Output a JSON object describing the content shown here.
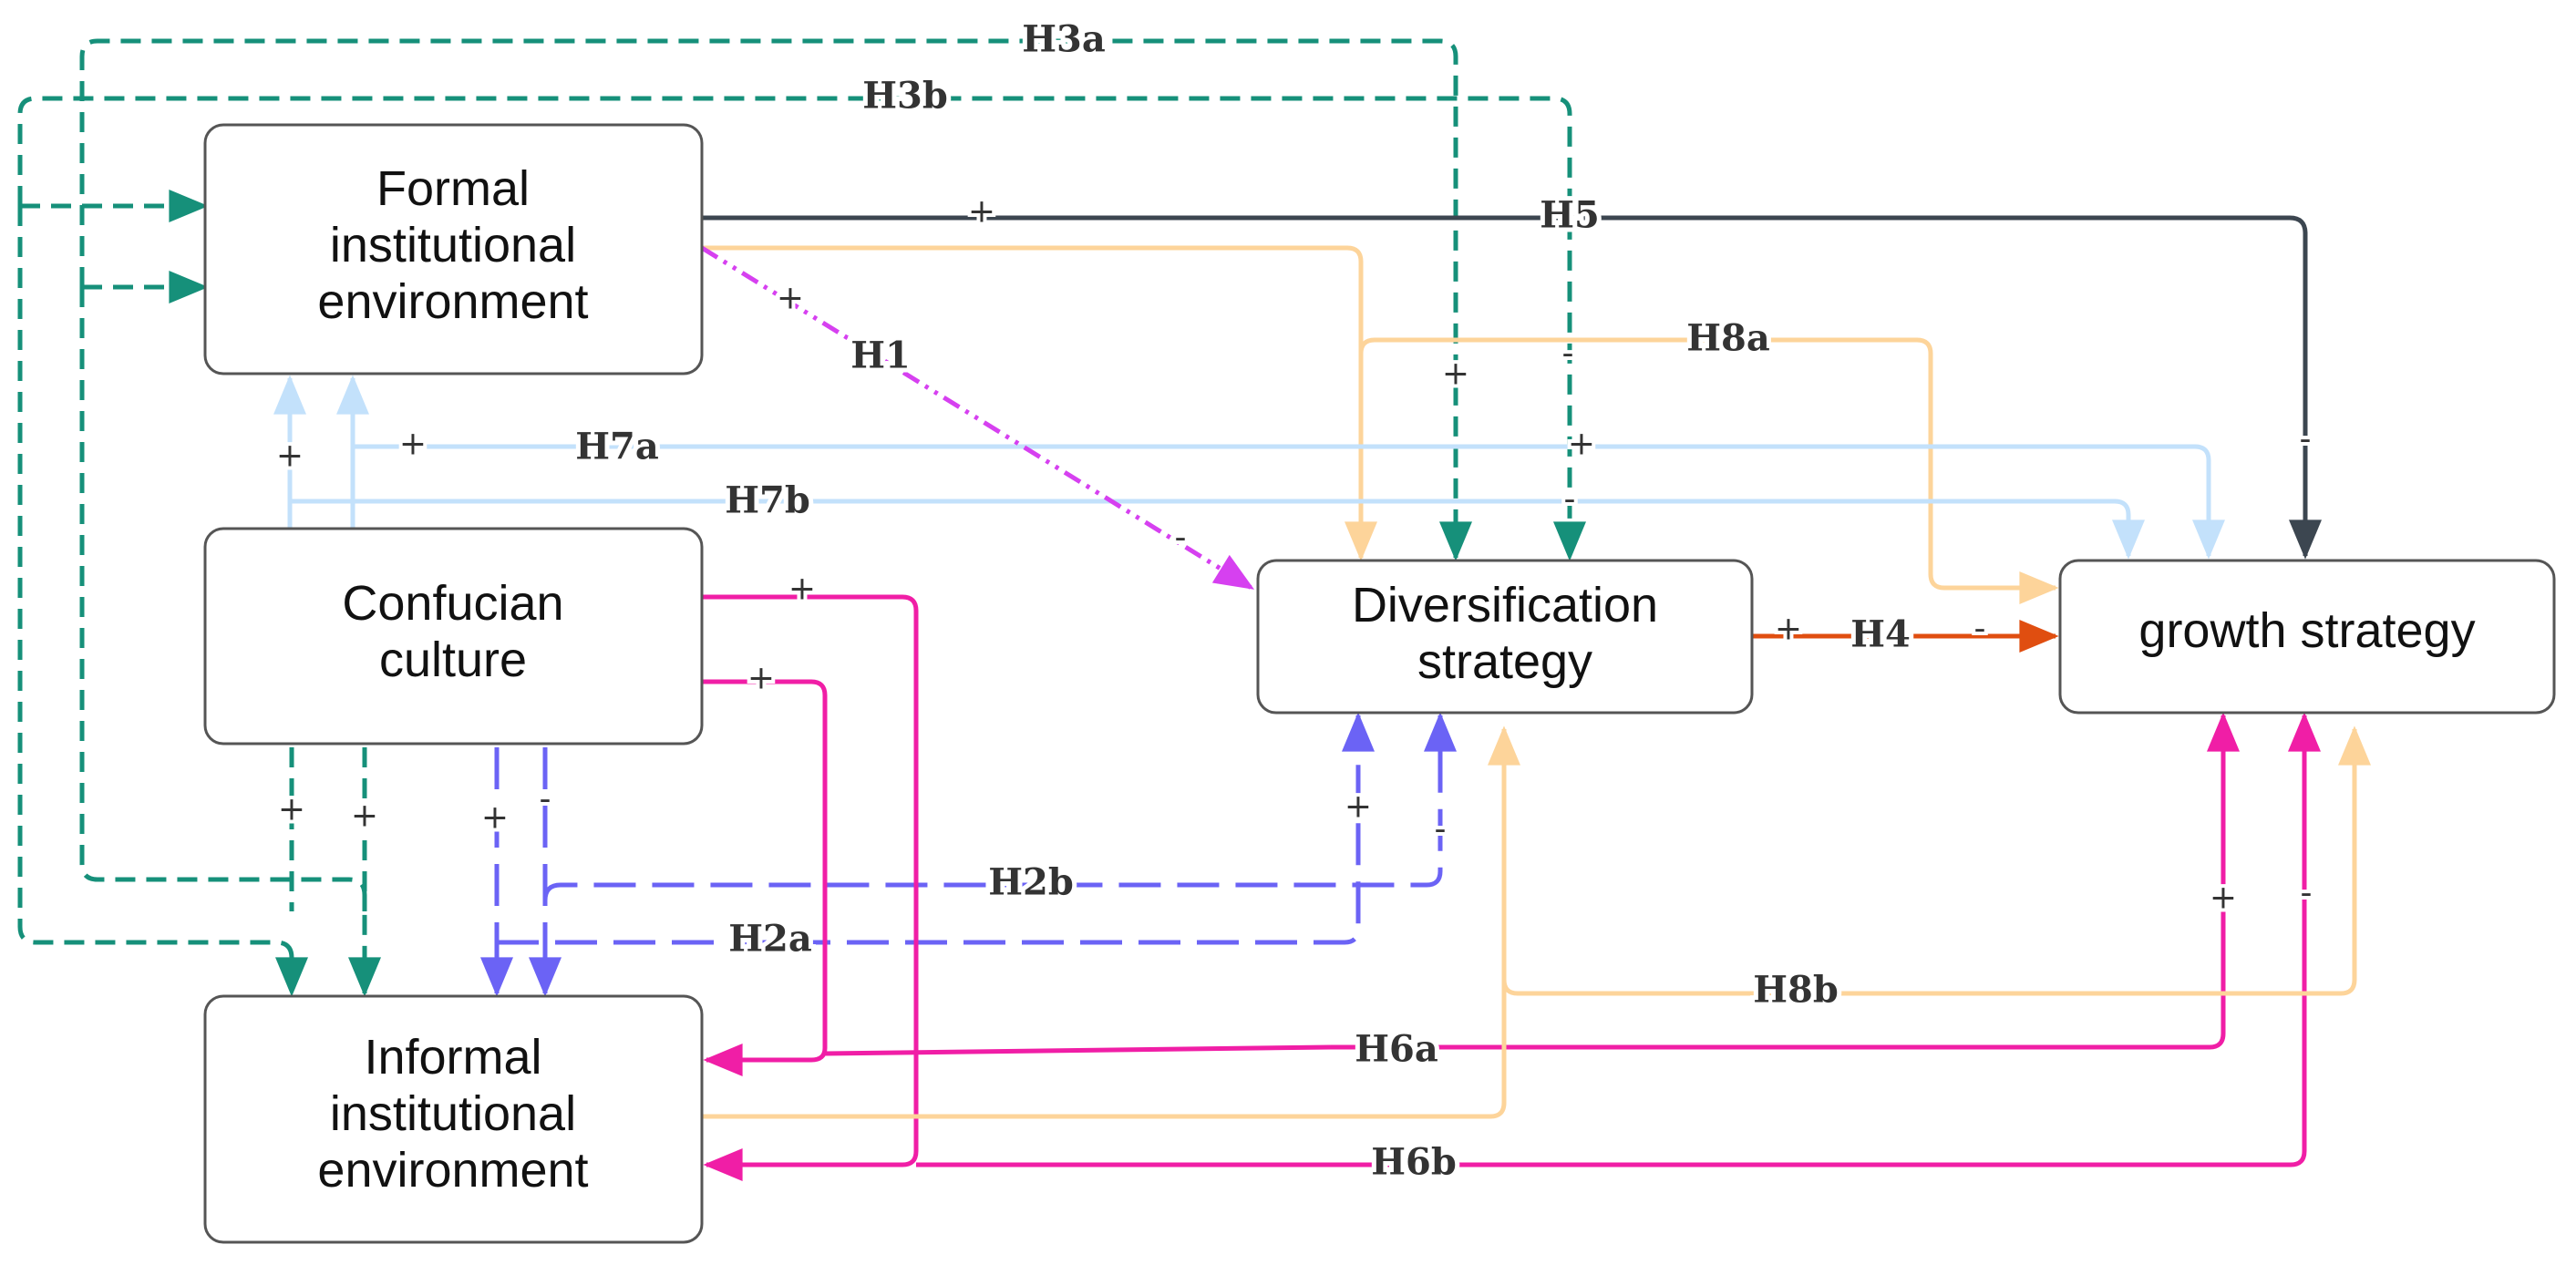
{
  "nodes": {
    "formal": {
      "lines": [
        "Formal",
        "institutional",
        "environment"
      ]
    },
    "confucian": {
      "lines": [
        "Confucian",
        "culture"
      ]
    },
    "informal": {
      "lines": [
        "Informal",
        "institutional",
        "environment"
      ]
    },
    "diversification": {
      "lines": [
        "Diversification",
        "strategy"
      ]
    },
    "growth": {
      "lines": [
        "growth strategy"
      ]
    }
  },
  "hypotheses": {
    "H1": "H1",
    "H2a": "H2a",
    "H2b": "H2b",
    "H3a": "H3a",
    "H3b": "H3b",
    "H4": "H4",
    "H5": "H5",
    "H6a": "H6a",
    "H6b": "H6b",
    "H7a": "H7a",
    "H7b": "H7b",
    "H8a": "H8a",
    "H8b": "H8b"
  },
  "signs": {
    "plus": "+",
    "minus": "-"
  },
  "colors": {
    "teal": "#16907a",
    "violet": "#6b63f5",
    "magenta": "#f01ea6",
    "peach": "#fdd49a",
    "lightblue": "#c3e1fb",
    "slate": "#3c4650",
    "orange": "#e04e10",
    "purple_dashdot": "#d640f0"
  }
}
